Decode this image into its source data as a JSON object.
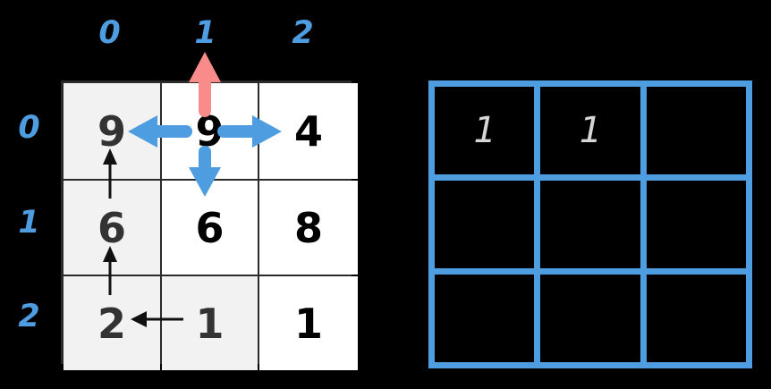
{
  "chart_data": {
    "type": "table",
    "title": "",
    "col_labels": [
      "0",
      "1",
      "2"
    ],
    "row_labels": [
      "0",
      "1",
      "2"
    ],
    "grid_values": [
      [
        "9",
        "9",
        "4"
      ],
      [
        "6",
        "6",
        "8"
      ],
      [
        "2",
        "1",
        "1"
      ]
    ],
    "cell_shading": [
      [
        "gray",
        "white",
        "white"
      ],
      [
        "gray",
        "white",
        "white"
      ],
      [
        "gray",
        "gray",
        "white"
      ]
    ],
    "memo_grid_values": [
      [
        "1",
        "1",
        ""
      ],
      [
        "",
        "",
        ""
      ],
      [
        "",
        "",
        ""
      ]
    ],
    "highlight_cell": {
      "row": 0,
      "col": 1,
      "value": "9"
    },
    "arrows": [
      {
        "name": "up-red",
        "from": "r0c1",
        "to": "above-grid",
        "color": "#fa8b8b",
        "style": "thick"
      },
      {
        "name": "left-blue",
        "from": "r0c1",
        "to": "r0c0",
        "color": "#4d9de0",
        "style": "thick"
      },
      {
        "name": "right-blue",
        "from": "r0c1",
        "to": "r0c2",
        "color": "#4d9de0",
        "style": "thick"
      },
      {
        "name": "down-blue",
        "from": "r0c1",
        "to": "r1c1",
        "color": "#4d9de0",
        "style": "thick"
      },
      {
        "name": "up-path-1",
        "from": "r1c0",
        "to": "r0c0",
        "color": "#111111",
        "style": "thin"
      },
      {
        "name": "up-path-2",
        "from": "r2c0",
        "to": "r1c0",
        "color": "#111111",
        "style": "thin"
      },
      {
        "name": "left-path-1",
        "from": "r2c1",
        "to": "r2c0",
        "color": "#111111",
        "style": "thin"
      }
    ],
    "colors": {
      "background": "#000000",
      "accent_blue": "#4d9de0",
      "accent_red": "#fa8b8b",
      "cell_white": "#ffffff",
      "cell_gray": "#f2f2f2",
      "grid_line": "#2b2b2b",
      "digit_dark": "#333333",
      "digit_black": "#000000",
      "memo_digit": "#d6d6d6"
    }
  },
  "left": {
    "col_labels": [
      "0",
      "1",
      "2"
    ],
    "row_labels": [
      "0",
      "1",
      "2"
    ],
    "cells": [
      {
        "value": "9",
        "shade": "gray",
        "tone": "dark"
      },
      {
        "value": "9",
        "shade": "white",
        "tone": "black"
      },
      {
        "value": "4",
        "shade": "white",
        "tone": "black"
      },
      {
        "value": "6",
        "shade": "gray",
        "tone": "dark"
      },
      {
        "value": "6",
        "shade": "white",
        "tone": "black"
      },
      {
        "value": "8",
        "shade": "white",
        "tone": "black"
      },
      {
        "value": "2",
        "shade": "gray",
        "tone": "dark"
      },
      {
        "value": "1",
        "shade": "gray",
        "tone": "dark"
      },
      {
        "value": "1",
        "shade": "white",
        "tone": "black"
      }
    ]
  },
  "right": {
    "cells": [
      "1",
      "1",
      "",
      "",
      "",
      "",
      "",
      "",
      ""
    ]
  }
}
